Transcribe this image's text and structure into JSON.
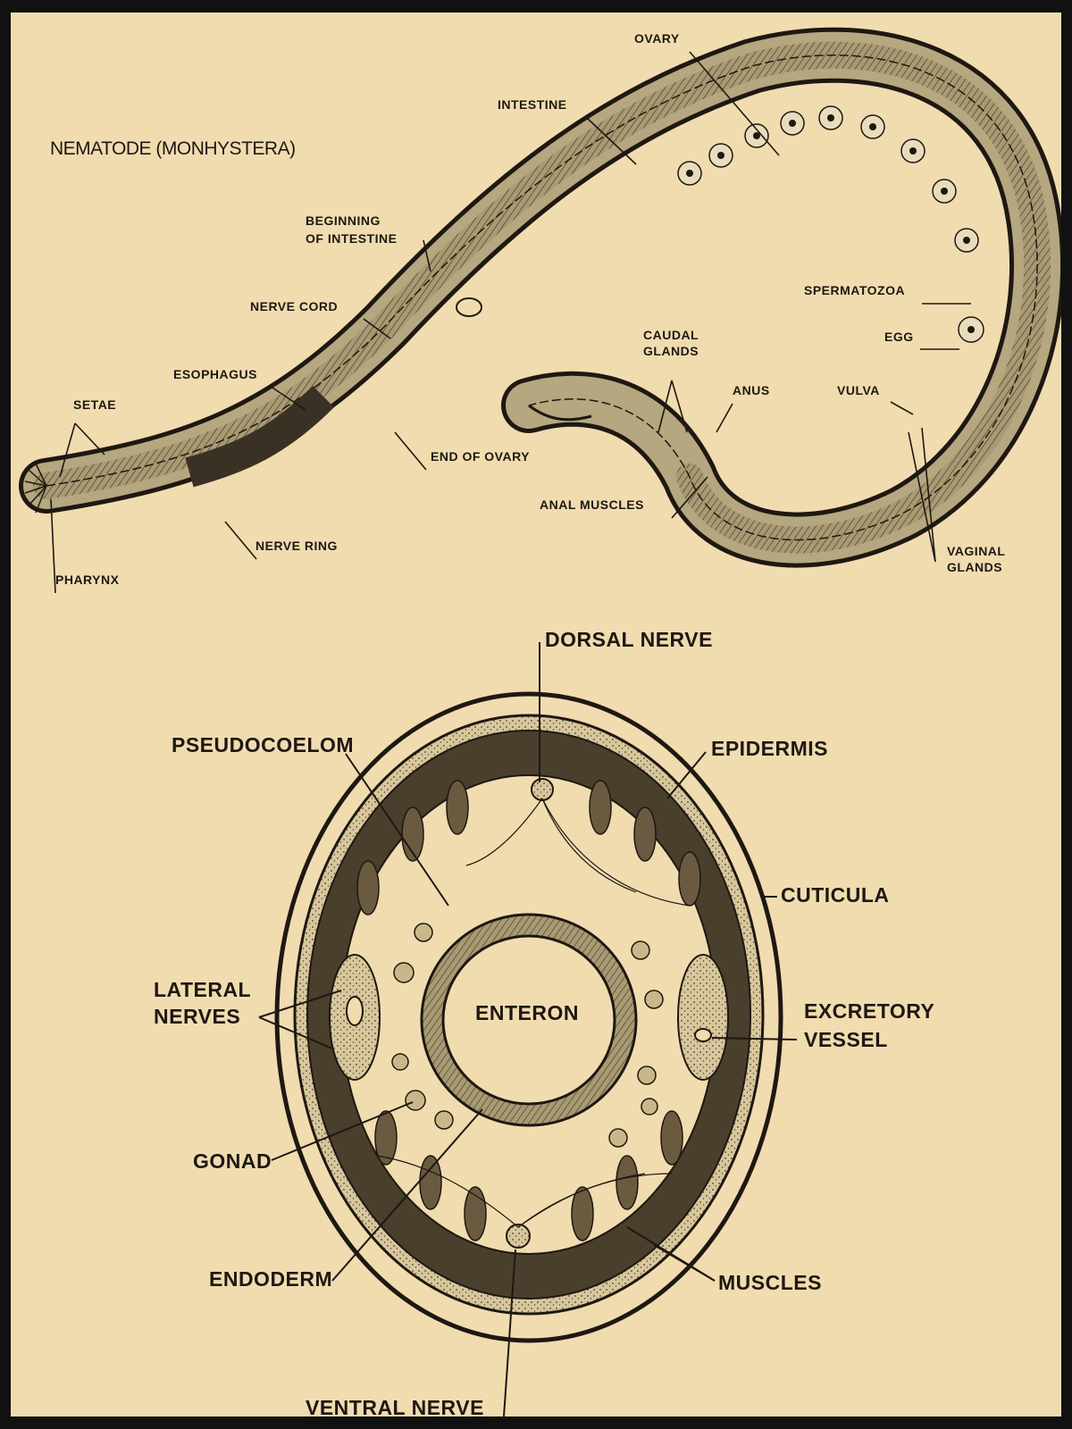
{
  "title": "NEMATODE (MONHYSTERA)",
  "longitudinal_labels": {
    "ovary": "OVARY",
    "intestine": "INTESTINE",
    "beginning_of_intestine_line1": "BEGINNING",
    "beginning_of_intestine_line2": "OF INTESTINE",
    "nerve_cord": "NERVE CORD",
    "esophagus": "ESOPHAGUS",
    "setae": "SETAE",
    "end_of_ovary": "END OF OVARY",
    "nerve_ring": "NERVE RING",
    "pharynx": "PHARYNX",
    "spermatozoa": "SPERMATOZOA",
    "egg": "EGG",
    "caudal_glands_line1": "CAUDAL",
    "caudal_glands_line2": "GLANDS",
    "anus": "ANUS",
    "vulva": "VULVA",
    "anal_muscles": "ANAL MUSCLES",
    "vaginal_glands_line1": "VAGINAL",
    "vaginal_glands_line2": "GLANDS"
  },
  "cross_section_labels": {
    "dorsal_nerve": "DORSAL NERVE",
    "pseudocoelom": "PSEUDOCOELOM",
    "epidermis": "EPIDERMIS",
    "cuticula": "CUTICULA",
    "lateral_nerves_line1": "LATERAL",
    "lateral_nerves_line2": "NERVES",
    "enteron": "ENTERON",
    "excretory_vessel_line1": "EXCRETORY",
    "excretory_vessel_line2": "VESSEL",
    "gonad": "GONAD",
    "endoderm": "ENDODERM",
    "muscles": "MUSCLES",
    "ventral_nerve": "VENTRAL NERVE"
  },
  "colors": {
    "paper": "#f1dcb0",
    "ink": "#1e1812",
    "body_fill": "#b9ac84",
    "dark_tissue": "#5a4d37"
  }
}
